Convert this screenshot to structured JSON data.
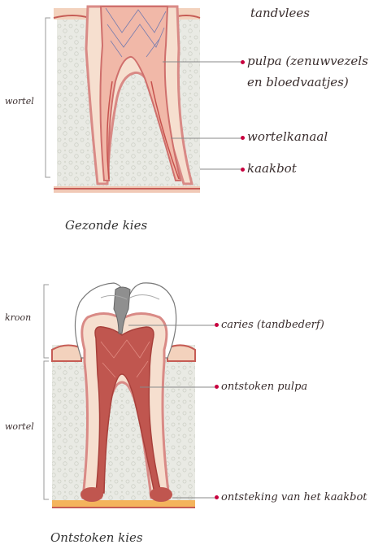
{
  "healthy": {
    "caption": "Gezonde kies",
    "labels": {
      "tandvlees": "tandvlees",
      "pulpa_line1": "pulpa (zenuwvezels",
      "pulpa_line2": "en bloedvaatjes)",
      "wortelkanaal": "wortelkanaal",
      "kaakbot": "kaakbot",
      "wortel": "wortel"
    }
  },
  "inflamed": {
    "caption": "Ontstoken kies",
    "labels": {
      "kroon": "kroon",
      "wortel": "wortel",
      "caries": "caries (tandbederf)",
      "pulpa": "ontstoken pulpa",
      "kaakbot": "ontsteking van het kaakbot"
    }
  },
  "colors": {
    "accent_dot": "#c8003e",
    "gum": "#f3d2bd",
    "root_outline": "#d98a86",
    "pulp": "#d17f7f",
    "inflamed_pulp": "#c0564f",
    "bone": "#e8e9e2"
  }
}
